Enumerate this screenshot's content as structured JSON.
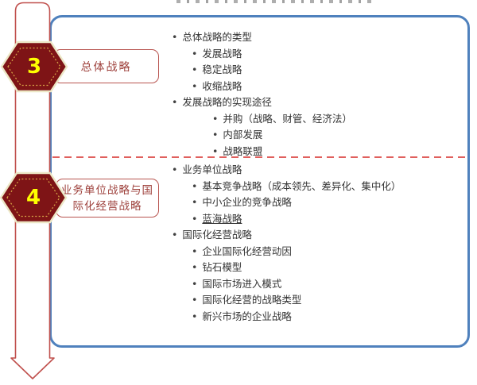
{
  "slide": {
    "type": "agenda-timeline-diagram",
    "colors": {
      "panel_border_blue": "#4f81bd",
      "hexagon_fill_maroon": "#7e1416",
      "hexagon_outer_border": "#ece7c6",
      "hexagon_inner_dotted": "#d8a748",
      "hexagon_number_yellow": "#ffff00",
      "label_border_red": "#b8544f",
      "label_text_red": "#9e413c",
      "ribbon_outline_red": "#c0504d",
      "divider_dashed_red": "#e0605e",
      "body_text": "#333333"
    },
    "timeline": {
      "nodes": [
        {
          "number": "3",
          "label": "总体战略"
        },
        {
          "number": "4",
          "label": "业务单位战略与国\n际化经营战略"
        }
      ]
    },
    "content": {
      "bullet_glyph": "•",
      "section3": {
        "items": [
          {
            "level": 1,
            "text": "总体战略的类型"
          },
          {
            "level": 2,
            "text": "发展战略"
          },
          {
            "level": 2,
            "text": "稳定战略"
          },
          {
            "level": 2,
            "text": "收缩战略"
          },
          {
            "level": 1,
            "text": "发展战略的实现途径"
          },
          {
            "level": 3,
            "text": "并购（战略、财管、经济法）"
          },
          {
            "level": 3,
            "text": "内部发展"
          },
          {
            "level": 3,
            "text": "战略联盟"
          }
        ]
      },
      "section4": {
        "items": [
          {
            "level": 1,
            "text": "业务单位战略"
          },
          {
            "level": 2,
            "text": "基本竞争战略（成本领先、差异化、集中化）"
          },
          {
            "level": 2,
            "text": "中小企业的竞争战略"
          },
          {
            "level": 2,
            "text": "蓝海战略",
            "underline": true
          },
          {
            "level": 1,
            "text": "国际化经营战略"
          },
          {
            "level": 2,
            "text": "企业国际化经营动因"
          },
          {
            "level": 2,
            "text": "钻石模型"
          },
          {
            "level": 2,
            "text": "国际市场进入模式"
          },
          {
            "level": 2,
            "text": "国际化经营的战略类型"
          },
          {
            "level": 2,
            "text": "新兴市场的企业战略"
          }
        ]
      }
    }
  }
}
